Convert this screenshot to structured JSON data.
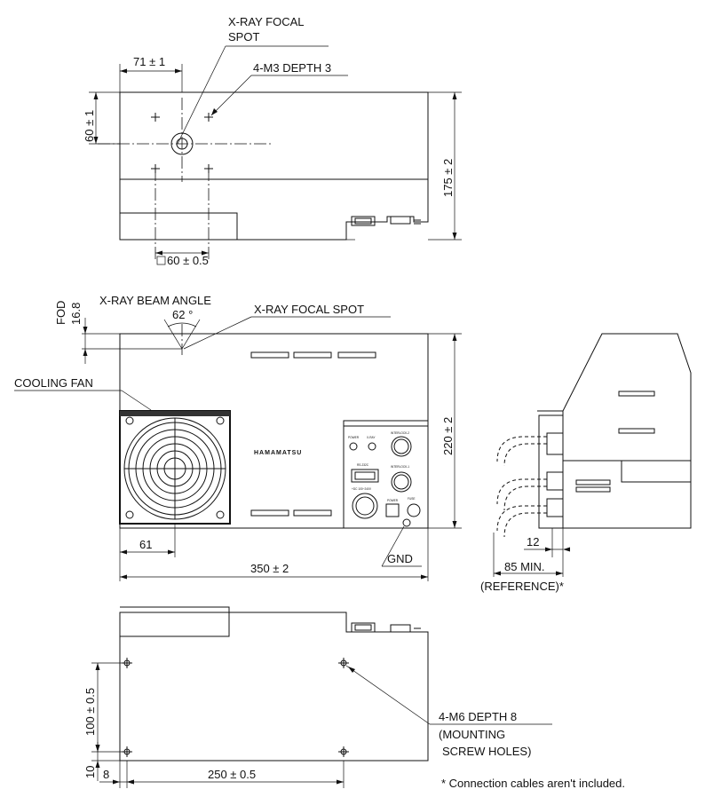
{
  "labels": {
    "focal_spot_top_1": "X-RAY FOCAL",
    "focal_spot_top_2": "SPOT",
    "m3_holes": "4-M3  DEPTH 3",
    "dim_71": "71 ± 1",
    "dim_60": "60 ± 1",
    "dim_175": "175 ± 2",
    "dim_square_60": "60 ± 0.5",
    "fod_label": "FOD",
    "fod_value": "16.8",
    "beam_angle": "X-RAY BEAM ANGLE",
    "beam_angle_value": "62 °",
    "focal_spot_front": "X-RAY FOCAL SPOT",
    "cooling_fan": "COOLING FAN",
    "brand": "HAMAMATSU",
    "dim_220": "220 ± 2",
    "dim_61": "61",
    "dim_350": "350 ± 2",
    "gnd": "GND",
    "dim_12": "12",
    "dim_85": "85 MIN.",
    "reference": "(REFERENCE)*",
    "m6_holes": "4-M6  DEPTH 8",
    "mounting_1": "(MOUNTING",
    "mounting_2": "SCREW HOLES)",
    "dim_100": "100 ± 0.5",
    "dim_10": "10",
    "dim_8": "8",
    "dim_250": "250 ± 0.5",
    "footnote": "* Connection cables aren't included."
  },
  "panel_labels": {
    "power": "POWER",
    "xray": "X-RAY",
    "interlock2": "INTERLOCK-2",
    "interlock1": "INTERLOCK-1",
    "rs232c": "RS-232C",
    "dc_in": "+DC 100~240V",
    "power_sw": "POWER",
    "fuse": "FUSE"
  }
}
